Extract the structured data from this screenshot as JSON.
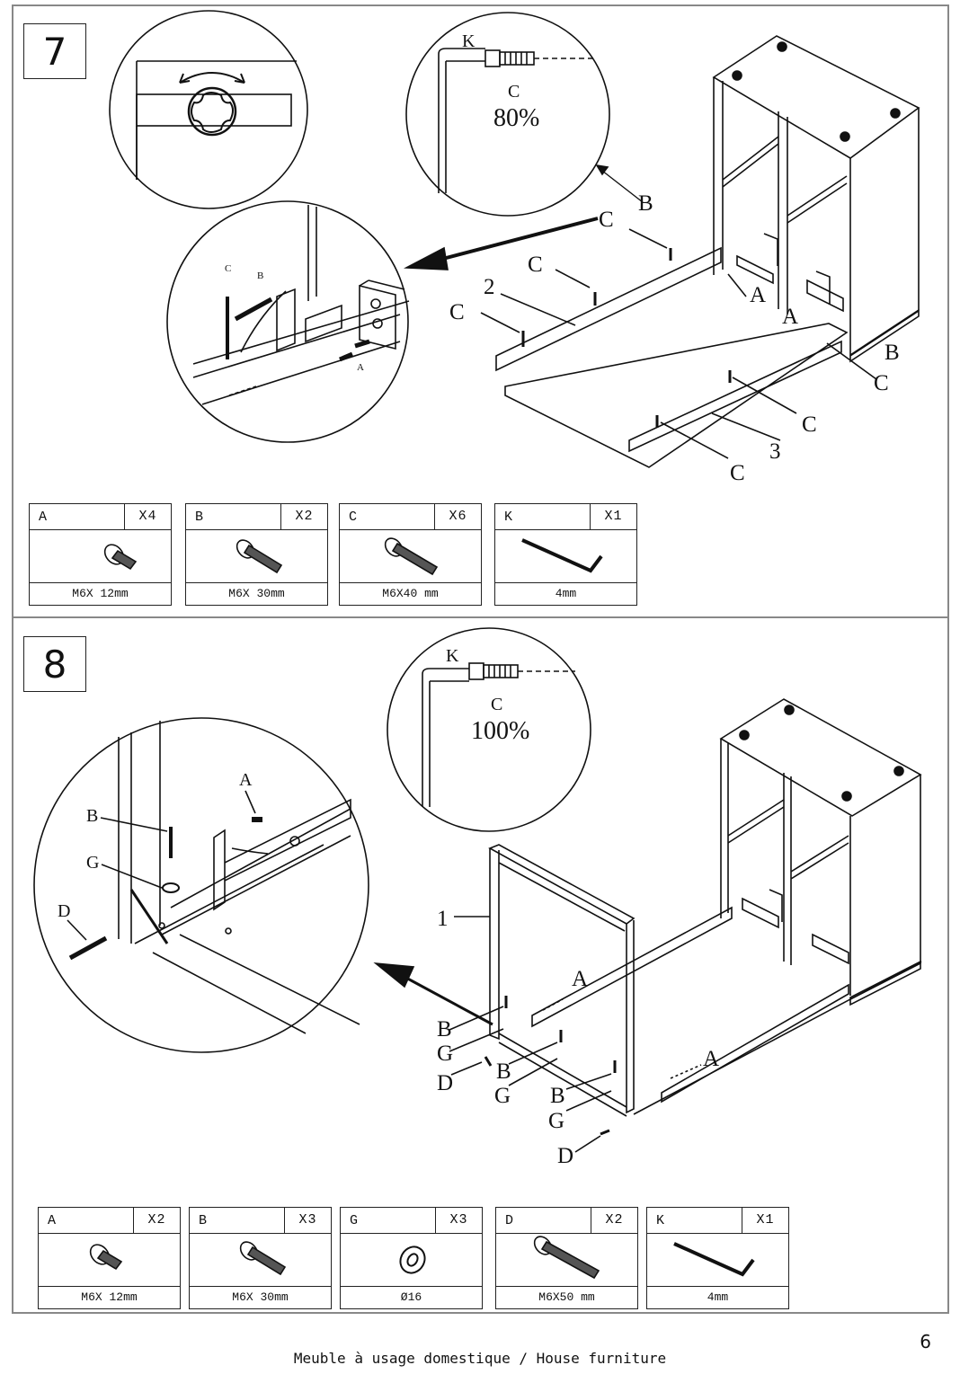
{
  "steps": [
    {
      "number": "7",
      "callout_tool": {
        "tool": "K",
        "screw": "C",
        "tightness": "80%"
      },
      "detail_labels": {
        "screw_c": "C",
        "screw_b": "B",
        "screw_a": "A"
      },
      "labels": {
        "b1": "B",
        "c1": "C",
        "c2": "C",
        "c3": "C",
        "panel2": "2",
        "a1": "A",
        "a2": "A",
        "b2": "B",
        "c4": "C",
        "c5": "C",
        "panel3": "3",
        "c6": "C"
      },
      "parts": [
        {
          "code": "A",
          "qty": "X4",
          "size": "M6X 12mm",
          "icon": "short-bolt-icon"
        },
        {
          "code": "B",
          "qty": "X2",
          "size": "M6X 30mm",
          "icon": "medium-bolt-icon"
        },
        {
          "code": "C",
          "qty": "X6",
          "size": "M6X40 mm",
          "icon": "long-bolt-icon"
        },
        {
          "code": "K",
          "qty": "X1",
          "size": "4mm",
          "icon": "allen-key-icon"
        }
      ]
    },
    {
      "number": "8",
      "callout_tool": {
        "tool": "K",
        "screw": "C",
        "tightness": "100%"
      },
      "detail_labels": {
        "a": "A",
        "b": "B",
        "g": "G",
        "d": "D"
      },
      "labels": {
        "panel1": "1",
        "a1": "A",
        "b1": "B",
        "g1": "G",
        "d1": "D",
        "b2": "B",
        "g2": "G",
        "a2": "A",
        "b3": "B",
        "g3": "G",
        "d2": "D"
      },
      "parts": [
        {
          "code": "A",
          "qty": "X2",
          "size": "M6X 12mm",
          "icon": "short-bolt-icon"
        },
        {
          "code": "B",
          "qty": "X3",
          "size": "M6X 30mm",
          "icon": "medium-bolt-icon"
        },
        {
          "code": "G",
          "qty": "X3",
          "size": "Ø16",
          "icon": "washer-icon"
        },
        {
          "code": "D",
          "qty": "X2",
          "size": "M6X50 mm",
          "icon": "long-bolt-icon"
        },
        {
          "code": "K",
          "qty": "X1",
          "size": "4mm",
          "icon": "allen-key-icon"
        }
      ]
    }
  ],
  "page_number": "6",
  "footer": "Meuble à usage domestique / House furniture"
}
